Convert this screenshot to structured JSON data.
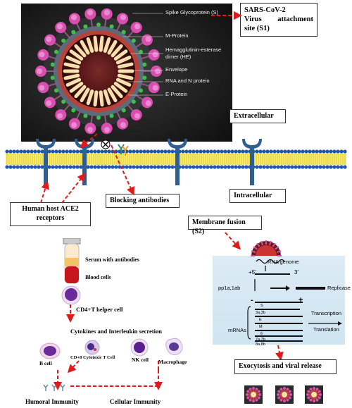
{
  "virus": {
    "labels": [
      "Spike Glycoprotein (S)",
      "M-Protein",
      "Hemagglutinin-esterase",
      "dimer (HE)",
      "Envelope",
      "RNA and N protein",
      "E-Protein"
    ]
  },
  "boxes": {
    "attachment_line1": "SARS-CoV-2",
    "attachment_line2a": "Virus",
    "attachment_line2b": "attachment",
    "attachment_line3": "site (S1)",
    "extracellular": "Extracellular",
    "intracellular": "Intracellular",
    "ace2_line1": "Human host ACE2",
    "ace2_line2": "receptors",
    "blocking": "Blocking antibodies",
    "membrane_fusion": "Membrane fusion (S2)",
    "exocytosis": "Exocytosis and viral release"
  },
  "immune": {
    "serum": "Serum with antibodies",
    "blood_cells": "Blood cells",
    "cd4": "CD4+T helper cell",
    "cytokines": "Cytokines and Interleukin secretion",
    "b_cell": "B cell",
    "cd8": "CD+8 Cytotoxic T Cell",
    "nk": "NK cell",
    "macrophage": "Macrophage",
    "humoral": "Humoral Immunity",
    "cellular": "Cellular Immunity"
  },
  "replication": {
    "rna_genome": "RNA genome",
    "plus5": "+5'",
    "three": "3'",
    "pp1a": "pp1a,1ab",
    "replicase": "Replicase",
    "minus": "-",
    "plus": "+",
    "mrnas": "mRNAs",
    "transcription": "Transcription",
    "translation": "Translation",
    "genes": [
      "S",
      "3a,3b",
      "E",
      "M",
      "6",
      "7a,7b",
      "8a,8b"
    ]
  },
  "colors": {
    "arrow": "#e01b1b",
    "receptor": "#2f5f8f",
    "membrane_blue": "#2255b0",
    "membrane_yellow": "#e8d400",
    "spike": "#d94fb0",
    "virus_bg": "#1a1a1a"
  }
}
